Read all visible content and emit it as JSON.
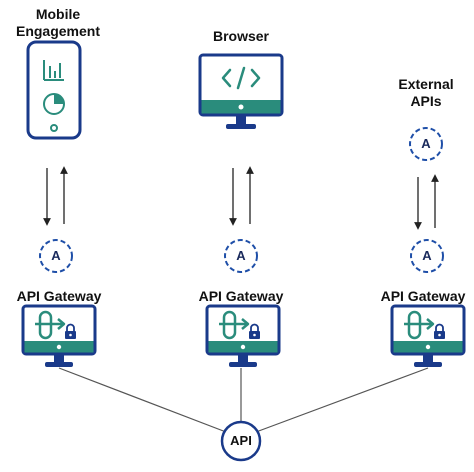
{
  "mobile": {
    "title_line1": "Mobile",
    "title_line2": "Engagement"
  },
  "browser": {
    "title": "Browser"
  },
  "external": {
    "title_line1": "External",
    "title_line2": "APIs"
  },
  "auth_badge": "A",
  "gateways": [
    {
      "label": "API Gateway"
    },
    {
      "label": "API Gateway"
    },
    {
      "label": "API Gateway"
    }
  ],
  "api": {
    "label": "API"
  },
  "colors": {
    "navy": "#1a3a8a",
    "teal": "#2a8c7c",
    "dashed": "#1f4fa8",
    "line": "#555555"
  },
  "icons": {
    "browser_symbol": "code-brackets-icon",
    "gateway_symbol": "gateway-arrow-lock-icon"
  }
}
